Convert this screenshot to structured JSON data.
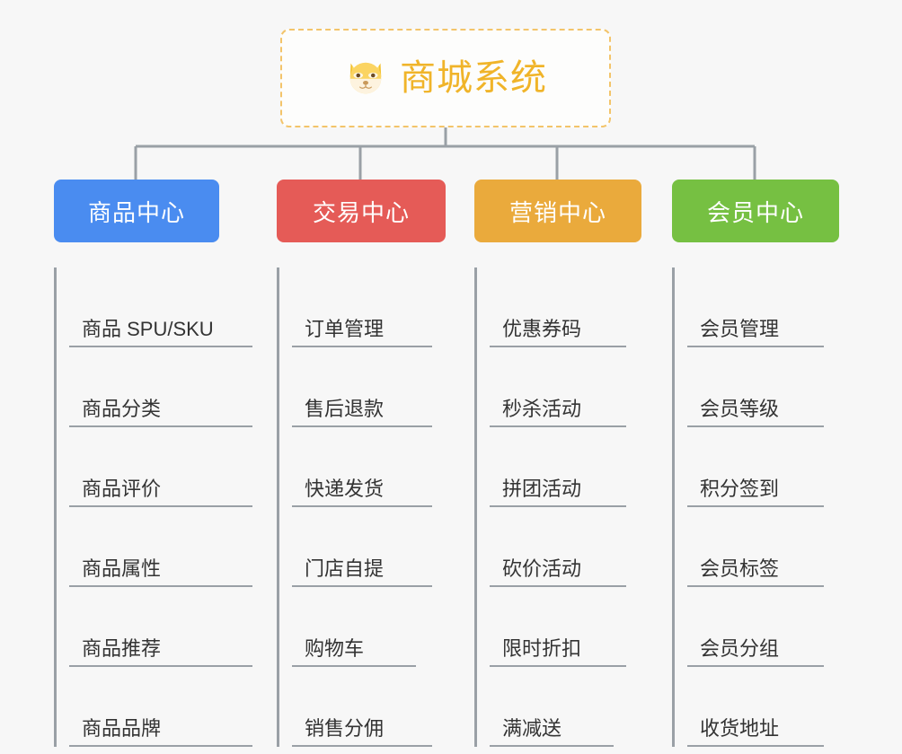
{
  "root": {
    "title": "商城系统",
    "icon": "shiba-dog-emoji",
    "border_color": "#f3c46a",
    "text_color": "#f0b429"
  },
  "canvas": {
    "background": "#f7f7f7",
    "connector_color": "#9aa0a6"
  },
  "categories": [
    {
      "label": "商品中心",
      "color": "#4a8cf0",
      "items": [
        {
          "label": "商品 SPU/SKU"
        },
        {
          "label": "商品分类"
        },
        {
          "label": "商品评价"
        },
        {
          "label": "商品属性"
        },
        {
          "label": "商品推荐"
        },
        {
          "label": "商品品牌"
        }
      ]
    },
    {
      "label": "交易中心",
      "color": "#e55b57",
      "items": [
        {
          "label": "订单管理"
        },
        {
          "label": "售后退款"
        },
        {
          "label": "快递发货"
        },
        {
          "label": "门店自提"
        },
        {
          "label": "购物车"
        },
        {
          "label": "销售分佣"
        }
      ]
    },
    {
      "label": "营销中心",
      "color": "#eaaa3c",
      "items": [
        {
          "label": "优惠券码"
        },
        {
          "label": "秒杀活动"
        },
        {
          "label": "拼团活动"
        },
        {
          "label": "砍价活动"
        },
        {
          "label": "限时折扣"
        },
        {
          "label": "满减送"
        }
      ]
    },
    {
      "label": "会员中心",
      "color": "#76c042",
      "items": [
        {
          "label": "会员管理"
        },
        {
          "label": "会员等级"
        },
        {
          "label": "积分签到"
        },
        {
          "label": "会员标签"
        },
        {
          "label": "会员分组"
        },
        {
          "label": "收货地址"
        }
      ]
    }
  ]
}
